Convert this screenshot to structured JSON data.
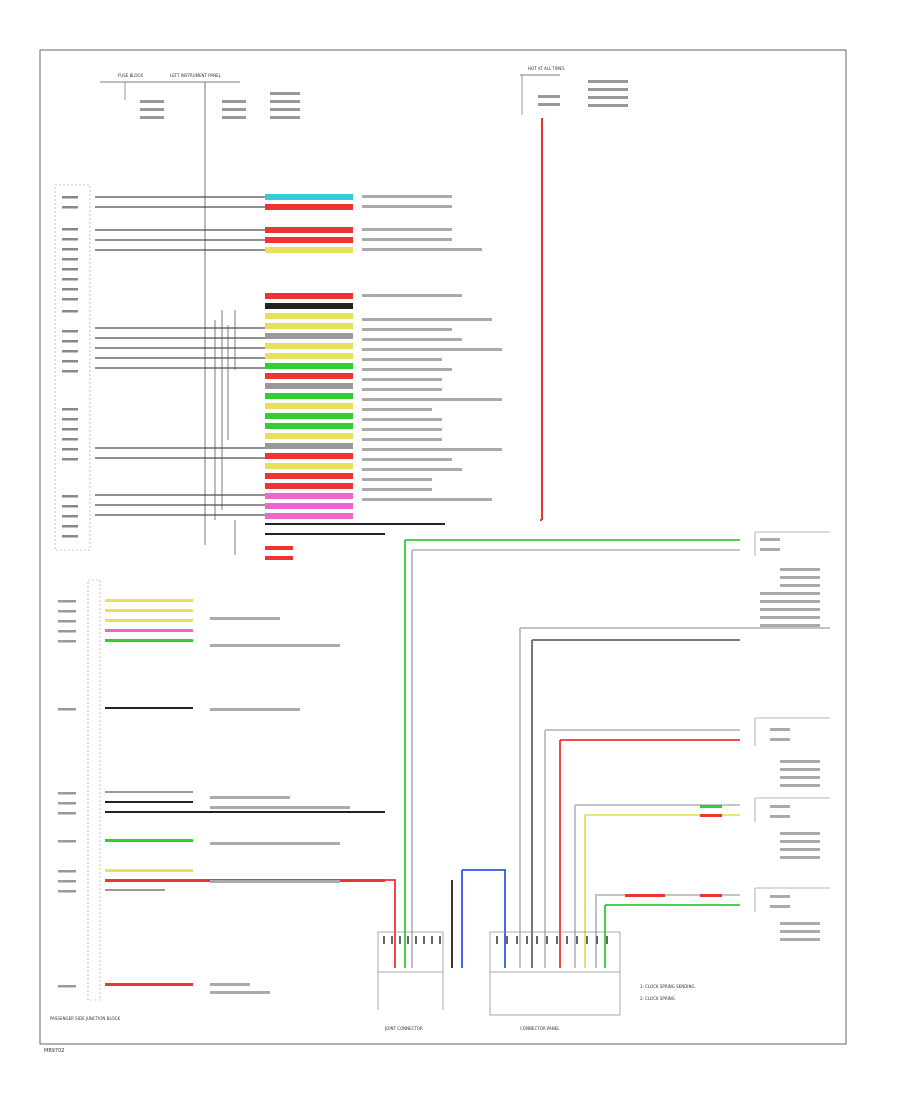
{
  "fuses": [
    {
      "name": "FUSE BLOCK",
      "rating": ""
    },
    {
      "name": "LEFT INSTRUMENT PANEL",
      "rating": ""
    },
    {
      "name": "HOT AT ALL TIMES",
      "rating": ""
    }
  ],
  "footer": {
    "code": "MB9702"
  },
  "connector_labels": {
    "left_bottom": "PASSENGER SIDE JUNCTION BLOCK",
    "center": "JOINT CONNECTOR",
    "right": "CONNECTOR PANEL"
  },
  "notes": [
    "1: CLOCK SPRING SENDING",
    "2: CLOCK SPRING"
  ],
  "colors": {
    "red": "#ee3333",
    "green": "#33cc33",
    "blue": "#3355ee",
    "yellow": "#e8e05a",
    "cyan": "#33ccdd",
    "pink": "#ee66cc",
    "gray": "#888888",
    "black": "#222222"
  }
}
